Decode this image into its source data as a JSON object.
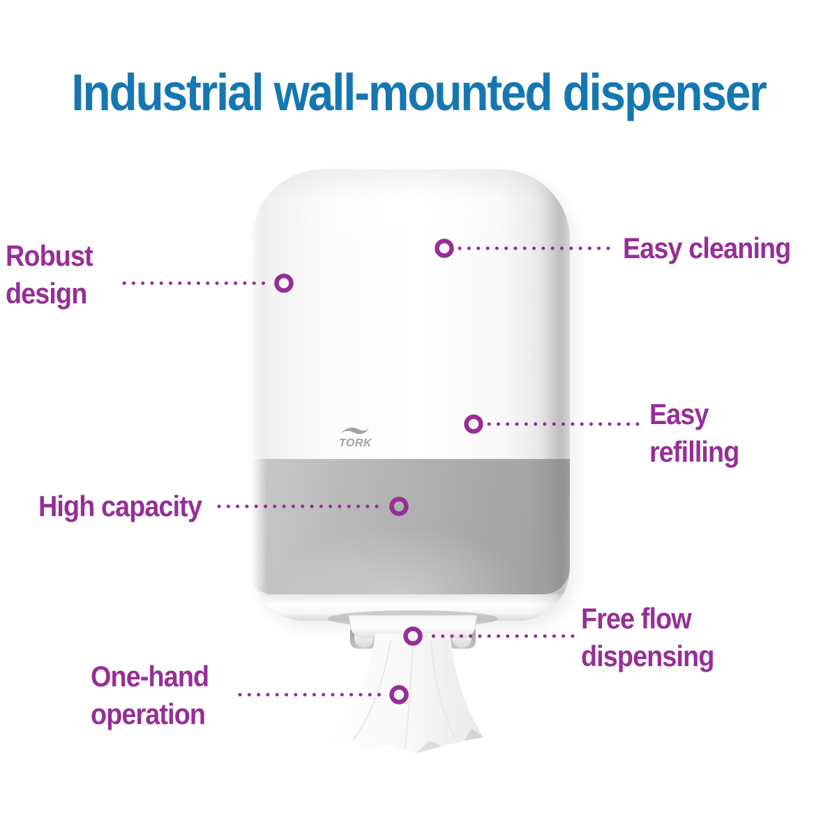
{
  "title": "Industrial wall-mounted dispenser",
  "brand": {
    "logo_text": "TORK"
  },
  "colors": {
    "title_blue": "#1577b2",
    "callout_purple": "#962e97"
  },
  "callouts": [
    {
      "id": "robust-design",
      "label": "Robust design",
      "lines": [
        "Robust",
        "design"
      ]
    },
    {
      "id": "easy-cleaning",
      "label": "Easy cleaning",
      "lines": [
        "Easy cleaning"
      ]
    },
    {
      "id": "easy-refilling",
      "label": "Easy refilling",
      "lines": [
        "Easy",
        "refilling"
      ]
    },
    {
      "id": "high-capacity",
      "label": "High capacity",
      "lines": [
        "High capacity"
      ]
    },
    {
      "id": "free-flow-dispensing",
      "label": "Free flow dispensing",
      "lines": [
        "Free flow",
        "dispensing"
      ]
    },
    {
      "id": "one-hand-operation",
      "label": "One-hand operation",
      "lines": [
        "One-hand",
        "operation"
      ]
    }
  ]
}
